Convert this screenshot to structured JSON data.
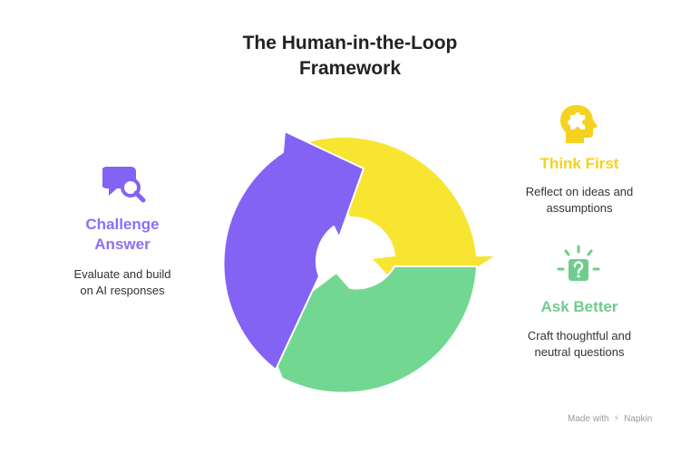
{
  "title": {
    "line1": "The Human-in-the-Loop",
    "line2": "Framework"
  },
  "colors": {
    "purple": "#8263f4",
    "yellow": "#f7e531",
    "green": "#72d891",
    "text": "#222222"
  },
  "sections": {
    "challenge": {
      "heading_line1": "Challenge",
      "heading_line2": "Answer",
      "desc_line1": "Evaluate and build",
      "desc_line2": "on AI responses",
      "icon": "chat-search-icon"
    },
    "think": {
      "heading": "Think First",
      "desc_line1": "Reflect on ideas and",
      "desc_line2": "assumptions",
      "icon": "head-puzzle-icon"
    },
    "ask": {
      "heading": "Ask Better",
      "desc_line1": "Craft thoughtful and",
      "desc_line2": "neutral questions",
      "icon": "question-idea-icon"
    }
  },
  "footer": {
    "made_with": "Made with",
    "brand": "Napkin"
  }
}
